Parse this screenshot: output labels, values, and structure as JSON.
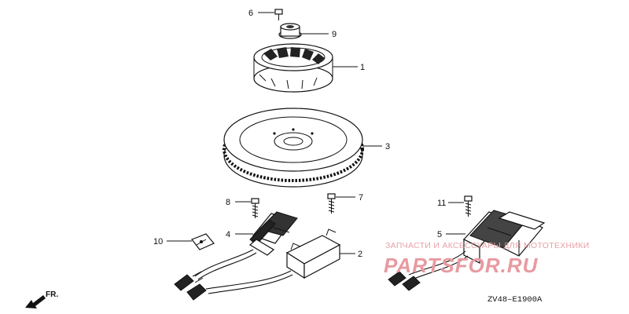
{
  "callouts": [
    {
      "id": "6",
      "label": "6"
    },
    {
      "id": "9",
      "label": "9"
    },
    {
      "id": "1",
      "label": "1"
    },
    {
      "id": "3",
      "label": "3"
    },
    {
      "id": "8",
      "label": "8"
    },
    {
      "id": "7",
      "label": "7"
    },
    {
      "id": "4",
      "label": "4"
    },
    {
      "id": "10",
      "label": "10"
    },
    {
      "id": "2",
      "label": "2"
    },
    {
      "id": "11",
      "label": "11"
    },
    {
      "id": "5",
      "label": "5"
    }
  ],
  "diagram_code": "ZV48–E1900A",
  "direction_label": "FR.",
  "watermark": {
    "line1": "ЗАПЧАСТИ И АКСЕССУАРЫ ДЛЯ МОТОТЕХНИКИ",
    "line2": "PARTSFOR.RU",
    "color": "#e8a0a6"
  }
}
